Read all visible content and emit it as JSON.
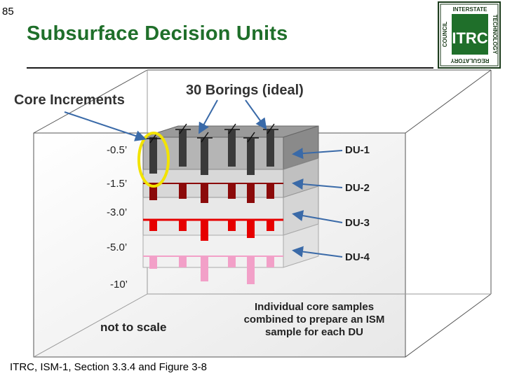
{
  "slide_number": "85",
  "title": "Subsurface Decision Units",
  "labels": {
    "core_increments": "Core Increments",
    "borings": "30 Borings (ideal)"
  },
  "depths": [
    "-0.5’",
    "-1.5’",
    "-3.0’",
    "-5.0’",
    "-10’"
  ],
  "decision_units": [
    "DU-1",
    "DU-2",
    "DU-3",
    "DU-4"
  ],
  "notes": {
    "scale": "not to scale",
    "ism": "Individual core samples combined to prepare an ISM sample for each DU"
  },
  "citation": "ITRC, ISM-1, Section 3.3.4 and Figure 3-8",
  "logo": {
    "main": "ITRC",
    "top": "INTERSTATE",
    "right": "TECHNOLOGY",
    "bottom": "REGULATORY",
    "left": "COUNCIL"
  },
  "colors": {
    "title": "#1f6f2a",
    "du1_core": "#3a3a3a",
    "du2_core": "#8b0a0a",
    "du3_core": "#e60000",
    "du4_core": "#f2a0c8",
    "highlight": "#f2e300",
    "arrow": "#3a6aa8"
  }
}
